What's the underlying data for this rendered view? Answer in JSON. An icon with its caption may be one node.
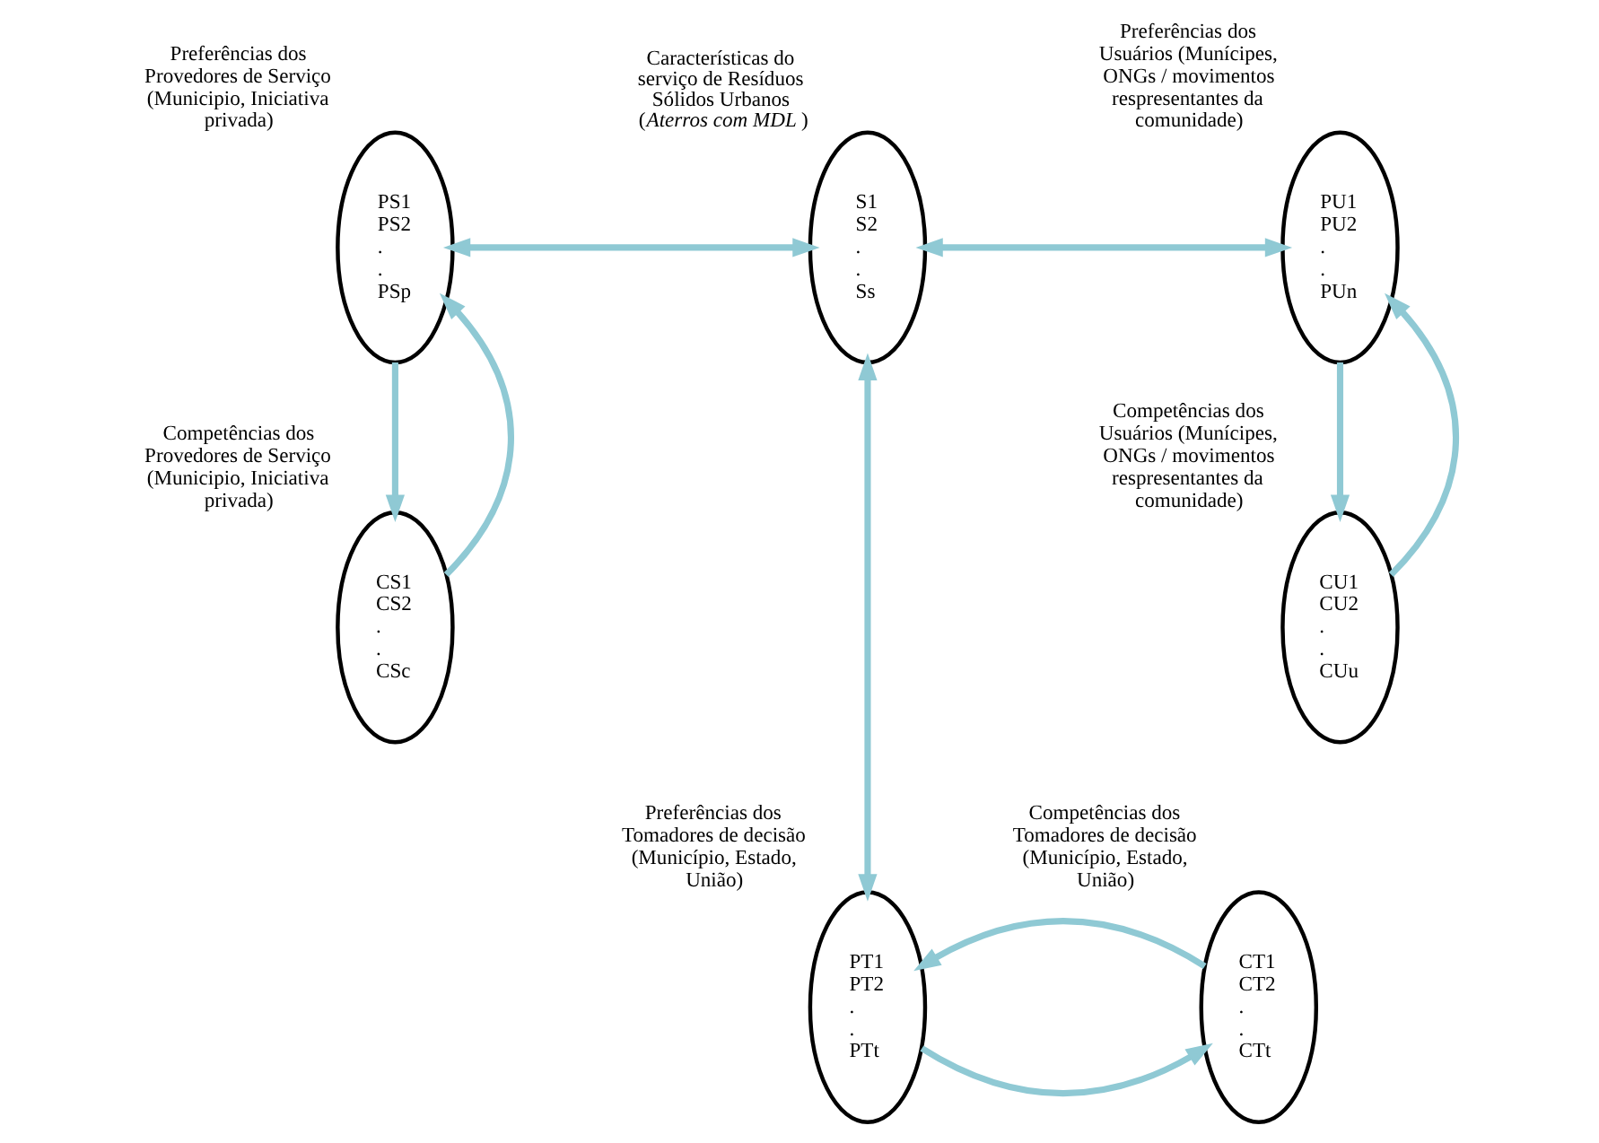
{
  "diagram": {
    "nodes": [
      {
        "text": [
          "Preferências dos Provedores de Serviço (Municipio, Iniciativa privada)",
          "PS1 PS2 . . PSp"
        ]
      },
      {
        "text": [
          "Características do serviço de Resíduos Sólidos Urbanos (*Aterros com MDL*)",
          "S1 S2 . . Ss"
        ]
      },
      {
        "text": [
          "Preferências dos Usuários (Munícipes, ONGs / movimentos respresentantes da comunidade)",
          "PU1 PU2 . . PUn"
        ]
      },
      {
        "text": [
          "Competências dos Provedores de Serviço (Municipio, Iniciativa privada)",
          "CS1 CS2 . . CSc"
        ]
      },
      {
        "text": [
          "Competências dos Usuários (Munícipes, ONGs / movimentos respresentantes da comunidade)",
          "CU1 CU2 . . CUu"
        ]
      },
      {
        "text": [
          "Preferências dos Tomadores de decisão (Município, Estado, União)",
          "PT1 PT2 . . PTt"
        ]
      },
      {
        "text": [
          "Competências dos Tomadores de decisão (Município, Estado, União)",
          "CT1 CT2 . . CTt"
        ]
      }
    ],
    "edges": [
      {
        "from": 0,
        "to": 3,
        "arrow": "to"
      },
      {
        "from": 3,
        "to": 0,
        "arrow": "to"
      },
      {
        "from": 1,
        "to": 0,
        "arrow": "both"
      },
      {
        "from": 1,
        "to": 2,
        "arrow": "both"
      },
      {
        "from": 2,
        "to": 4,
        "arrow": "to"
      },
      {
        "from": 4,
        "to": 2,
        "arrow": "to"
      },
      {
        "from": 1,
        "to": 5,
        "arrow": "both"
      },
      {
        "from": 5,
        "to": 6,
        "arrow": "to"
      },
      {
        "from": 6,
        "to": 5,
        "arrow": "to"
      }
    ]
  }
}
